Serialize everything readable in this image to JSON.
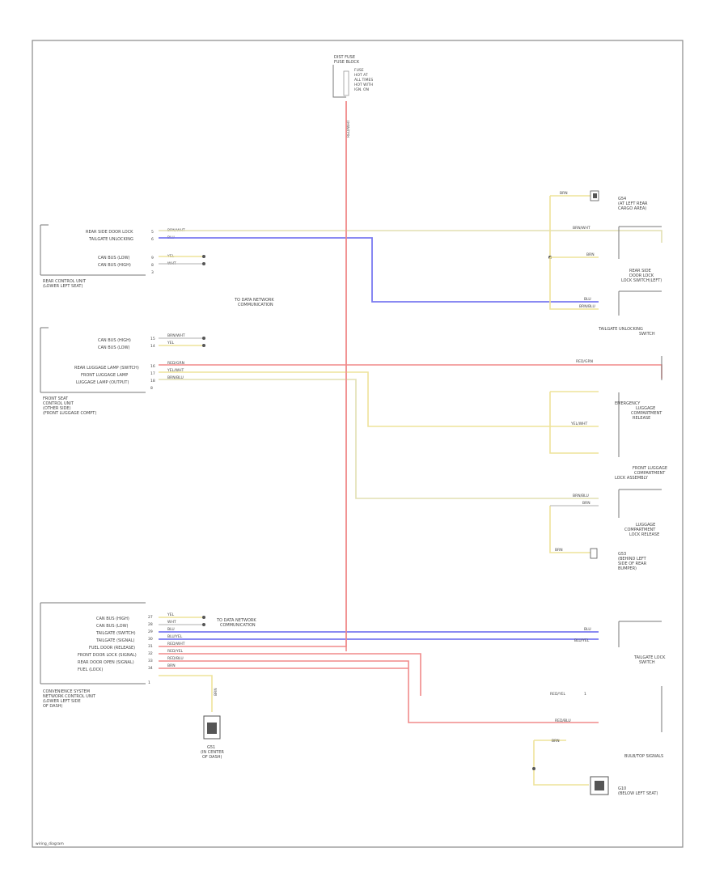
{
  "page": {
    "footer_code": "wiring_diagram"
  },
  "fuse": {
    "line1": "DIST FUSE",
    "line2": "FUSE BLOCK",
    "lines": [
      "FUSE",
      "HOT AT",
      "ALL TIMES",
      "HOT WITH",
      "IGN. ON"
    ],
    "wire": "RED/WHT"
  },
  "left_modules": {
    "m1": {
      "name_lines": [
        "REAR CONTROL UNIT",
        "(LOWER LEFT SEAT)"
      ],
      "pins": [
        {
          "label": "REAR SIDE DOOR LOCK",
          "num": "5",
          "wire": "BRN/WHT"
        },
        {
          "label": "TAILGATE UNLOCKING",
          "num": "6",
          "wire": "BLU"
        },
        {
          "label": "CAN BUS (LOW)",
          "num": "9",
          "wire": "YEL"
        },
        {
          "label": "CAN BUS (HIGH)",
          "num": "8",
          "wire": "WHT"
        },
        {
          "label": "",
          "num": "3",
          "wire": ""
        }
      ]
    },
    "m2": {
      "name_lines": [
        "FRONT SEAT",
        "CONTROL UNIT",
        "(OTHER SIDE)",
        "(FRONT LUGGAGE COMPT)"
      ],
      "pins": [
        {
          "label": "CAN BUS (HIGH)",
          "num": "15",
          "wire": "BRN/WHT"
        },
        {
          "label": "CAN BUS (LOW)",
          "num": "14",
          "wire": "YEL"
        },
        {
          "label": "REAR LUGGAGE LAMP (SWITCH)",
          "num": "16",
          "wire": "RED/GRN"
        },
        {
          "label": "FRONT LUGGAGE LAMP",
          "num": "17",
          "wire": "YEL/WHT"
        },
        {
          "label": "LUGGAGE LAMP (OUTPUT)",
          "num": "18",
          "wire": "BRN/BLU"
        },
        {
          "label": "",
          "num": "8",
          "wire": ""
        }
      ]
    },
    "m3": {
      "name_lines": [
        "CONVENIENCE SYSTEM",
        "NETWORK CONTROL UNIT",
        "(LOWER LEFT SIDE",
        "OF DASH)"
      ],
      "pins": [
        {
          "label": "CAN BUS (HIGH)",
          "num": "27",
          "wire": "YEL"
        },
        {
          "label": "CAN BUS (LOW)",
          "num": "28",
          "wire": "WHT"
        },
        {
          "label": "TAILGATE (SWITCH)",
          "num": "29",
          "wire": "BLU"
        },
        {
          "label": "TAILGATE (SIGNAL)",
          "num": "30",
          "wire": "BLU/YEL"
        },
        {
          "label": "FUEL DOOR (RELEASE)",
          "num": "31",
          "wire": "RED/WHT"
        },
        {
          "label": "FRONT DOOR LOCK (SIGNAL)",
          "num": "32",
          "wire": "RED/YEL"
        },
        {
          "label": "REAR DOOR OPEN (SIGNAL)",
          "num": "33",
          "wire": "RED/BLU"
        },
        {
          "label": "FUEL (LOCK)",
          "num": "34",
          "wire": "BRN"
        },
        {
          "label": "",
          "num": "1",
          "wire": ""
        }
      ]
    }
  },
  "notes": {
    "can1": [
      "TO DATA NETWORK",
      "COMMUNICATION"
    ],
    "can3": [
      "TO DATA NETWORK",
      "COMMUNICATION"
    ]
  },
  "right_components": {
    "g1": {
      "lines": [
        "G54",
        "(AT LEFT REAR",
        "CARGO AREA)"
      ],
      "wire": "BRN"
    },
    "r1": {
      "name_lines": [
        "REAR SIDE",
        "DOOR LOCK",
        "LOCK SWITCH(LEFT)"
      ],
      "wires": [
        "BRN/WHT",
        "BRN"
      ]
    },
    "r2": {
      "name_lines": [
        "TAILGATE UNLOCKING",
        "SWITCH"
      ],
      "wires": [
        "BLU",
        "BRN/BLU"
      ]
    },
    "r3": {
      "name_lines": [
        "EMERGENCY",
        "LUGGAGE",
        "COMPARTMENT",
        "RELEASE"
      ],
      "wires": [
        "RED/GRN",
        "YEL/WHT"
      ]
    },
    "r3b": {
      "name_lines": [
        "FRONT LUGGAGE",
        "COMPARTMENT",
        "LOCK ASSEMBLY"
      ]
    },
    "r4": {
      "name_lines": [
        "LUGGAGE",
        "COMPARTMENT",
        "LOCK RELEASE"
      ],
      "wires": [
        "BRN/BLU",
        "BRN"
      ]
    },
    "g2": {
      "lines": [
        "G53",
        "(BEHIND LEFT",
        "SIDE OF REAR",
        "BUMPER)"
      ],
      "wire": "BRN"
    },
    "r5": {
      "name_lines": [
        "TAILGATE LOCK",
        "SWITCH"
      ],
      "wires": [
        "BLU",
        "BLU/YEL"
      ]
    },
    "r6": {
      "wire": "RED/YEL",
      "num": "1"
    },
    "r7": {
      "wire": "RED/BLU"
    },
    "bulb": {
      "label": "BULB/TOP SIGNALS"
    },
    "g3": {
      "lines": [
        "G10",
        "(BELOW LEFT SEAT)"
      ],
      "wire": "BRN"
    },
    "g4": {
      "lines": [
        "G51",
        "(IN CENTER",
        "OF DASH)"
      ],
      "wire": "BRN"
    }
  }
}
